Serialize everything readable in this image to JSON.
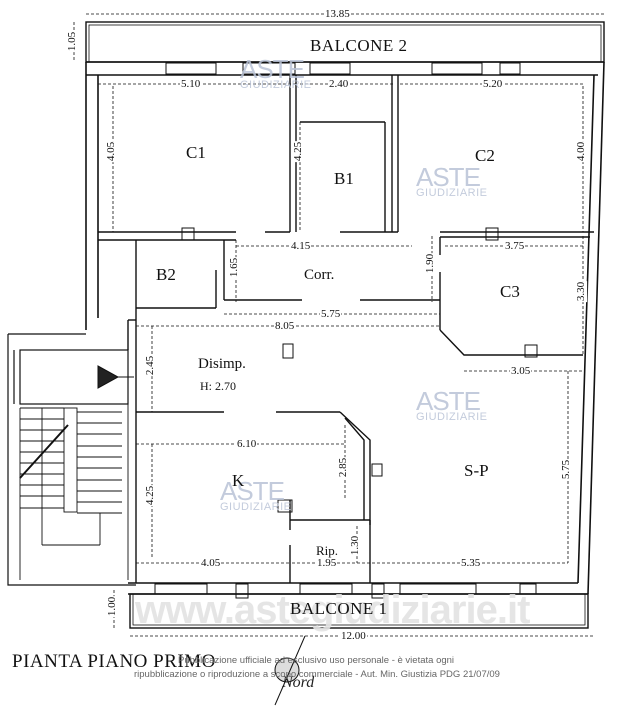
{
  "plan": {
    "title": "PIANTA PIANO PRIMO",
    "north_label": "Nord",
    "rooms": {
      "balcone2": "BALCONE 2",
      "balcone1": "BALCONE 1",
      "c1": "C1",
      "b1": "B1",
      "c2": "C2",
      "b2": "B2",
      "corr": "Corr.",
      "c3": "C3",
      "disimp": "Disimp.",
      "height": "H: 2.70",
      "k": "K",
      "sp": "S-P",
      "rip": "Rip."
    },
    "dimensions": {
      "overall_width": "13.85",
      "balcone2_depth": "1.05",
      "c1_width": "5.10",
      "b1_width": "2.40",
      "c2_width": "5.20",
      "c1_depth": "4.05",
      "b1_depth": "4.25",
      "c2_depth": "4.00",
      "corr_width": "4.15",
      "corr_depth": "1.65",
      "c3_width": "3.75",
      "c3_left": "1.90",
      "c3_depth": "3.30",
      "corr_lower": "5.75",
      "disimp_width": "8.05",
      "disimp_depth": "2.45",
      "c3_bottom": "3.05",
      "k_width": "6.10",
      "k_right": "2.85",
      "k_depth": "4.25",
      "sp_depth": "5.75",
      "k_bottom": "4.05",
      "rip_width": "1.95",
      "rip_depth": "1.30",
      "sp_bottom": "5.35",
      "balcone1_depth": "1.00",
      "balcone1_width": "12.00"
    },
    "watermarks": {
      "brand_top": "ASTE",
      "brand_bottom": "GIUDIZIARIE",
      "site": "www.astegiudiziarie.it"
    },
    "notice": {
      "line1": "Pubblicazione ufficiale ad esclusivo uso personale - è vietata ogni",
      "line2": "ripubblicazione o riproduzione a scopo commerciale - Aut. Min. Giustizia PDG 21/07/09"
    }
  }
}
